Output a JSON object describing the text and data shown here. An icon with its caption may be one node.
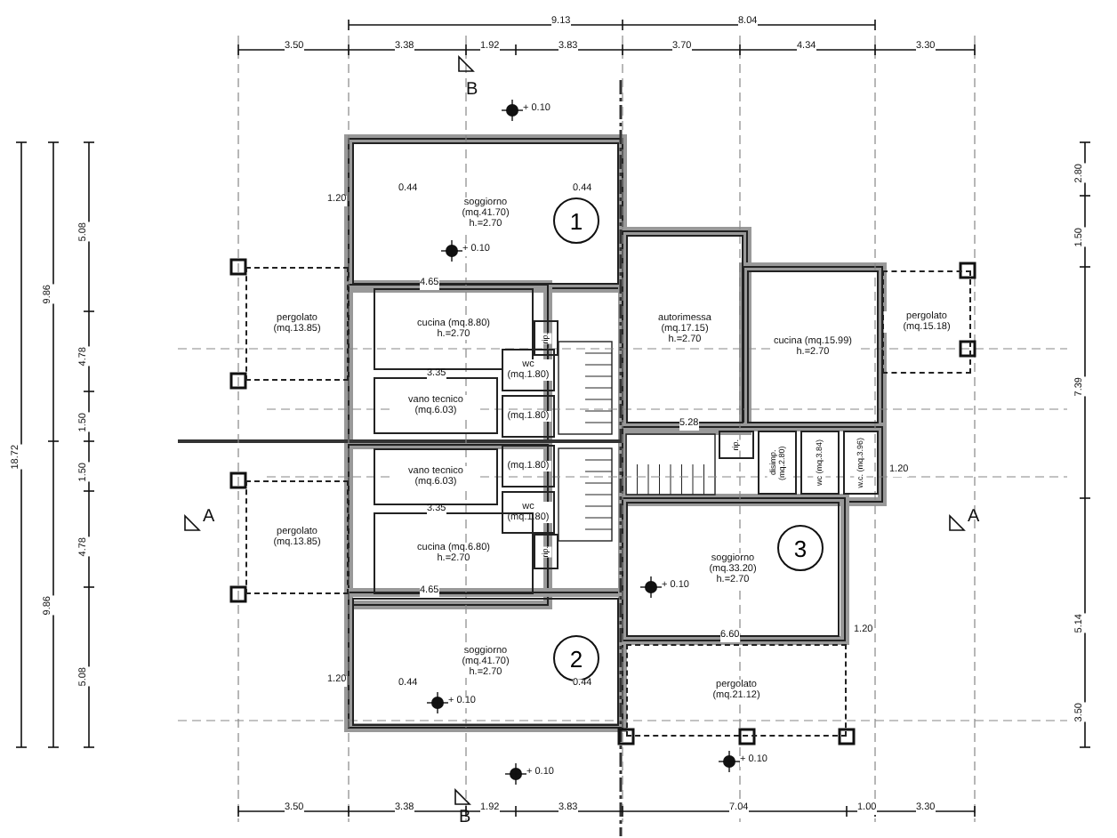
{
  "diagram": {
    "nodes": [
      {
        "text": [
          "soggiorno (mq.41.70) h.=2.70"
        ]
      },
      {
        "text": [
          "1"
        ],
        "in": 0
      },
      {
        "text": [
          "cucina (mq.8.80) h.=2.70"
        ]
      },
      {
        "text": [
          "vano tecnico (mq.6.03)"
        ]
      },
      {
        "text": [
          "wc (mq.1.80)"
        ]
      },
      {
        "text": [
          "(mq.1.80)"
        ]
      },
      {
        "text": [
          "rip."
        ]
      },
      {
        "text": [
          "vano tecnico (mq.6.03)"
        ]
      },
      {
        "text": [
          "(mq.1.80)"
        ]
      },
      {
        "text": [
          "wc (mq.1.80)"
        ]
      },
      {
        "text": [
          "rip."
        ]
      },
      {
        "text": [
          "cucina (mq.6.80) h.=2.70"
        ]
      },
      {
        "text": [
          "soggiorno (mq.41.70) h.=2.70"
        ]
      },
      {
        "text": [
          "2"
        ],
        "in": 12
      },
      {
        "text": [
          "autorimessa (mq.17.15) h.=2.70"
        ]
      },
      {
        "text": [
          "cucina (mq.15.99) h.=2.70"
        ]
      },
      {
        "text": [
          "rip."
        ]
      },
      {
        "text": [
          "disimp. (mq.2.80)"
        ]
      },
      {
        "text": [
          "wc (mq.3.84)"
        ]
      },
      {
        "text": [
          "w.c. (mq.3.96)"
        ]
      },
      {
        "text": [
          "soggiorno (mq.33.20) h.=2.70"
        ]
      },
      {
        "text": [
          "3"
        ],
        "in": 20
      },
      {
        "text": [
          "pergolato (mq.13.85)"
        ]
      },
      {
        "text": [
          "pergolato (mq.13.85)"
        ]
      },
      {
        "text": [
          "pergolato (mq.15.18)"
        ]
      },
      {
        "text": [
          "pergolato (mq.21.12)"
        ]
      }
    ],
    "labels": [
      "9.13",
      "8.04",
      "3.50",
      "3.38",
      "1.92",
      "3.83",
      "3.70",
      "4.34",
      "3.30",
      "B",
      "+ 0.10",
      "+ 0.10",
      "18.72",
      "9.86",
      "9.86",
      "5.08",
      "4.78",
      "1.50",
      "1.50",
      "4.78",
      "5.08",
      "A",
      "A",
      "2.80",
      "1.50",
      "7.39",
      "5.14",
      "3.50",
      "+ 0.10",
      "+ 0.10",
      "+ 0.10",
      "+ 0.10",
      "B",
      "3.50",
      "3.38",
      "1.92",
      "3.83",
      "7.04",
      "1.00",
      "3.30",
      "4.65",
      "3.35",
      "3.35",
      "4.65",
      "5.28",
      "6.60",
      "0.44",
      "0.44",
      "0.44",
      "0.44",
      "1.20",
      "1.20",
      "1.20",
      "1.20"
    ]
  }
}
